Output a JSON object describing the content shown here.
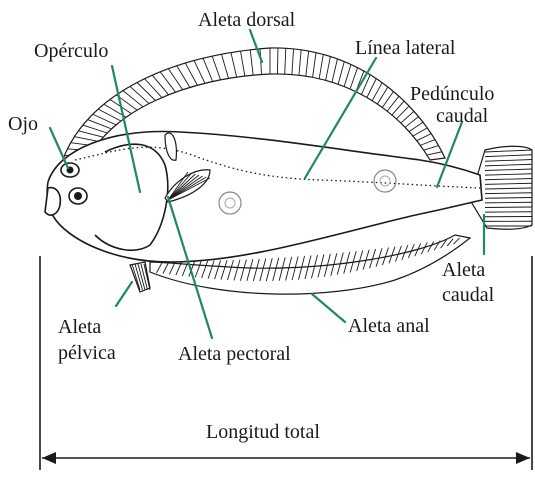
{
  "labels": {
    "aleta_dorsal": "Aleta dorsal",
    "operculo": "Opérculo",
    "linea_lateral": "Línea lateral",
    "ojo": "Ojo",
    "pedunculo_line1": "Pedúnculo",
    "pedunculo_line2": "caudal",
    "aleta_caudal_line1": "Aleta",
    "aleta_caudal_line2": "caudal",
    "aleta_anal": "Aleta anal",
    "aleta_pelvica_line1": "Aleta",
    "aleta_pelvica_line2": "pélvica",
    "aleta_pectoral": "Aleta pectoral",
    "longitud_total": "Longitud total"
  },
  "colors": {
    "leader": "#1f8a5a",
    "ink": "#1a1a1a",
    "background": "#ffffff"
  }
}
